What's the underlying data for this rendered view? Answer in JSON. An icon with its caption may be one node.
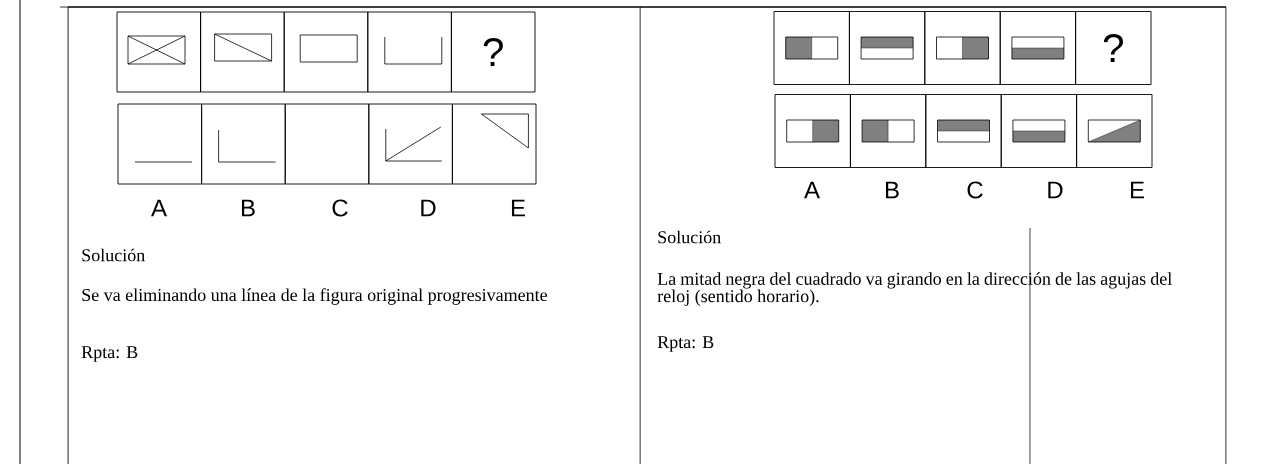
{
  "diagram": {
    "nodes": [
      {
        "text": [],
        "shape": "box"
      },
      {
        "text": [],
        "shape": "box"
      },
      {
        "text": [],
        "shape": "box"
      },
      {
        "text": [],
        "shape": "box"
      },
      {
        "text": [
          "?"
        ]
      },
      {
        "text": [],
        "shape": "box"
      },
      {
        "text": [],
        "shape": "box"
      },
      {
        "text": [],
        "shape": "box"
      },
      {
        "text": [],
        "shape": "box"
      },
      {
        "text": [],
        "shape": "box"
      },
      {
        "text": [],
        "shape": "box"
      },
      {
        "text": [],
        "shape": "box"
      },
      {
        "text": [],
        "shape": "box"
      },
      {
        "text": [],
        "shape": "box"
      },
      {
        "text": [
          "?"
        ]
      },
      {
        "text": [],
        "shape": "box"
      },
      {
        "text": [],
        "shape": "box"
      },
      {
        "text": [],
        "shape": "box"
      },
      {
        "text": [],
        "shape": "box"
      },
      {
        "text": [],
        "shape": "box"
      }
    ],
    "edges": [],
    "labels": [
      "A",
      "B",
      "C",
      "D",
      "E",
      "Solución",
      "Se va eliminando una línea de la figura original progresivamente",
      "Rpta: B",
      "A",
      "B",
      "C",
      "D",
      "E",
      "Solución",
      "La mitad negra del cuadrado va girando en la dirección de las agujas del reloj (sentido horario).",
      "Rpta: B"
    ]
  }
}
